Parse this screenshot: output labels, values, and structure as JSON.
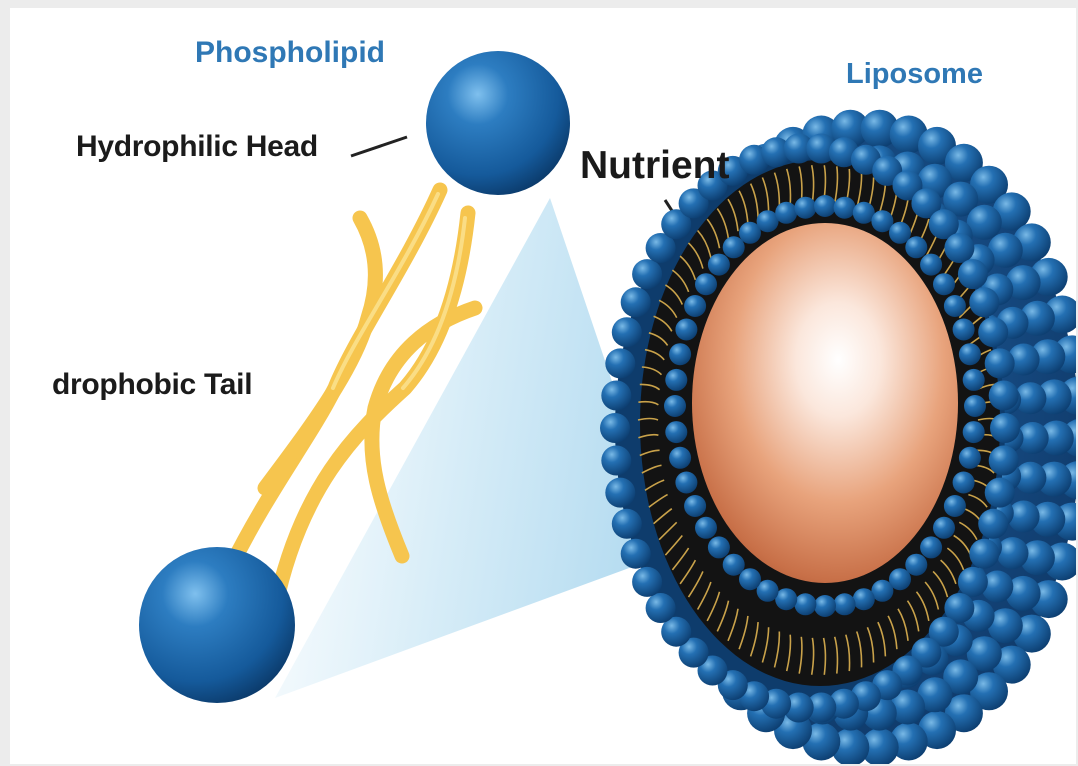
{
  "labels": {
    "phospholipid": "Phospholipid",
    "hydrophilic_head": "Hydrophilic Head",
    "hydrophobic_tail": "drophobic Tail",
    "nutrient": "Nutrient",
    "liposome": "Liposome"
  },
  "colors": {
    "title_blue": "#2f78b5",
    "head_blue": "#1c64a6",
    "tail_yellow": "#f6c54e",
    "nutrient_orange": "#e39a73",
    "bilayer_dark": "#131313"
  }
}
